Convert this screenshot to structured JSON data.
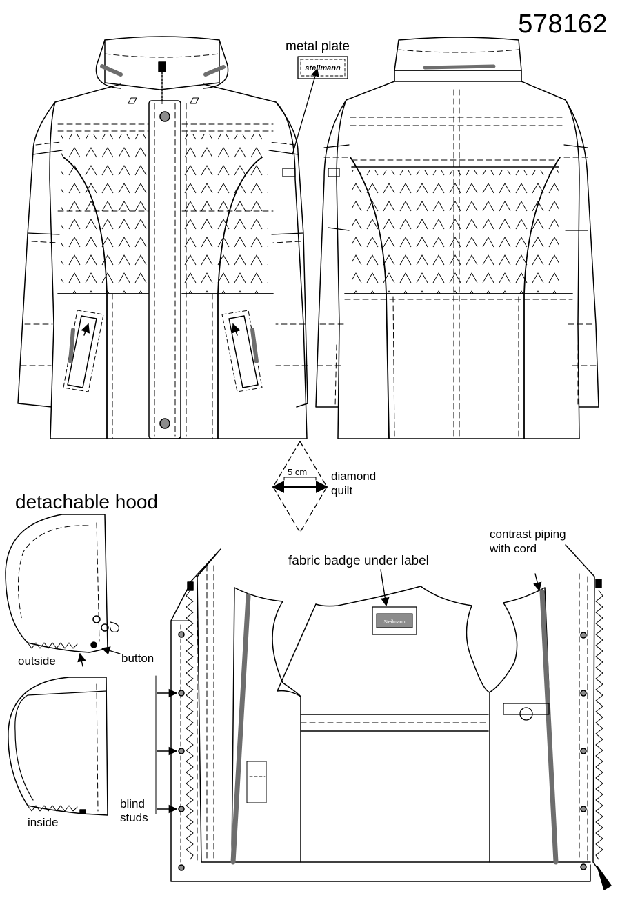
{
  "article_number": "578162",
  "labels": {
    "metal_plate": "metal plate",
    "plate_text": "steilmann",
    "badge_text": "Steilmann",
    "diamond_size": "5 cm",
    "diamond_quilt": "diamond\nquilt",
    "detachable_hood": "detachable hood",
    "outside": "outside",
    "inside": "inside",
    "button": "button",
    "blind_studs": "blind\nstuds",
    "fabric_badge": "fabric badge under label",
    "contrast_piping": "contrast piping\nwith cord"
  },
  "colors": {
    "line": "#000000",
    "accent": "#6e6e6e",
    "snap": "#8c8c8c",
    "background": "#ffffff"
  }
}
